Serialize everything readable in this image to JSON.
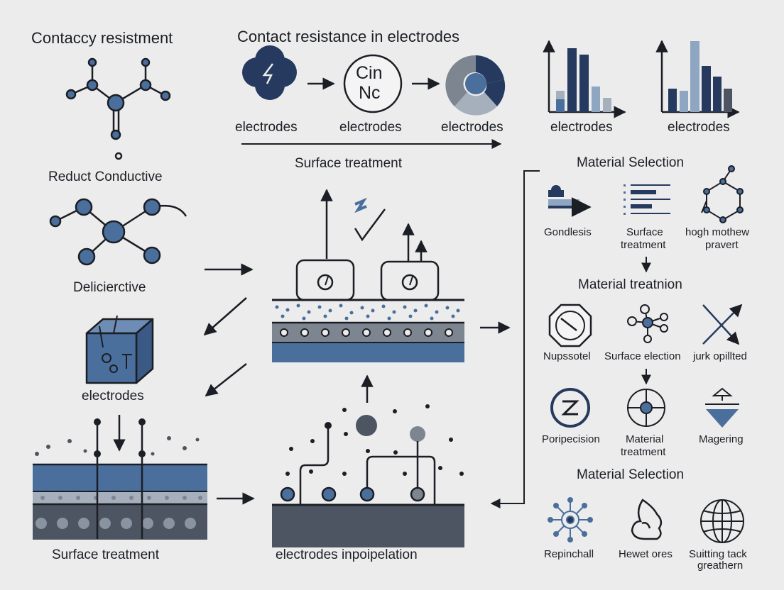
{
  "left": {
    "title": "Contaccy resistment",
    "label_conductive": "Reduct Conductive",
    "label_delic": "Delicierctive",
    "label_electrodes": "electrodes",
    "label_surface": "Surface treatment"
  },
  "top": {
    "title": "Contact resistance in electrodes",
    "cin_text_1": "Cin",
    "cin_text_2": "Nc",
    "electrodes_1": "electrodes",
    "electrodes_2": "electrodes",
    "electrodes_3": "electrodes",
    "chart_label_1": "electrodes",
    "chart_label_2": "electrodes",
    "surface_treatment": "Surface treatment"
  },
  "center": {
    "bottom_label": "electrodes inpoipelation"
  },
  "right": {
    "section1_title": "Material Selection",
    "item_gondlesis": "Gondlesis",
    "item_surface_1": "Surface",
    "item_surface_2": "treatment",
    "item_hogh_1": "hogh mothew",
    "item_hogh_2": "pravert",
    "section2_title": "Material treatnion",
    "item_nupssotel": "Nupssotel",
    "item_surface_election": "Surface election",
    "item_jurk": "jurk opillted",
    "item_poripecision": "Poripecision",
    "item_material_1": "Material",
    "item_material_2": "treatment",
    "item_magering": "Magering",
    "section3_title": "Material Selection",
    "item_repinchall": "Repinchall",
    "item_hewet": "Hewet ores",
    "item_suitting_1": "Suitting tack",
    "item_suitting_2": "greathern"
  },
  "colors": {
    "navy": "#253a5e",
    "steel": "#4a6f9c",
    "light_steel": "#8fa6c3",
    "gray_dark": "#4d5563",
    "gray_mid": "#7d8590",
    "gray_light": "#a6b0bc",
    "line": "#1b1e24"
  }
}
